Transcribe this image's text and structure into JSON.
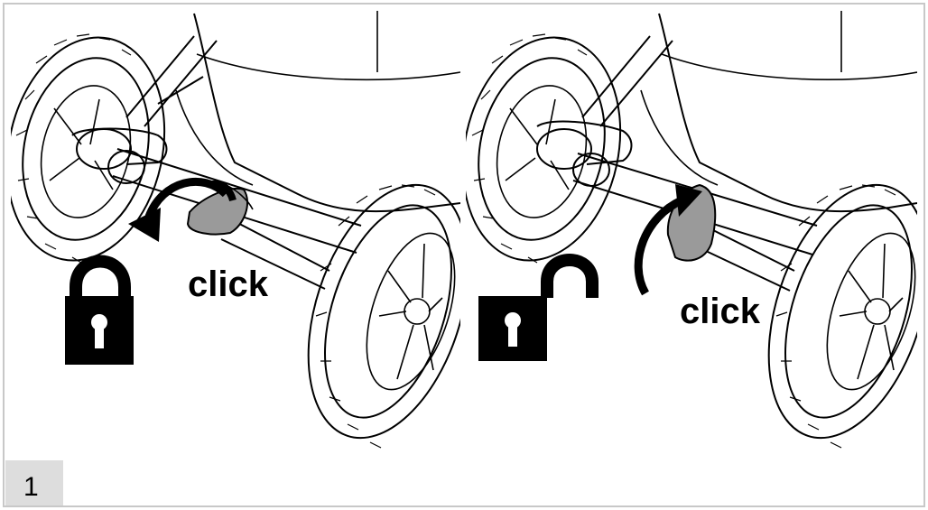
{
  "step": {
    "number": "1"
  },
  "panels": [
    {
      "id": "lock",
      "click_label": "click",
      "padlock_icon": "padlock-closed-icon",
      "arrow_direction": "down-left"
    },
    {
      "id": "unlock",
      "click_label": "click",
      "padlock_icon": "padlock-open-icon",
      "arrow_direction": "up-right"
    }
  ],
  "colors": {
    "pedal": "#9a9a9a",
    "frame": "#c8c8c8",
    "step_box": "#dddddd",
    "ink": "#000000"
  }
}
